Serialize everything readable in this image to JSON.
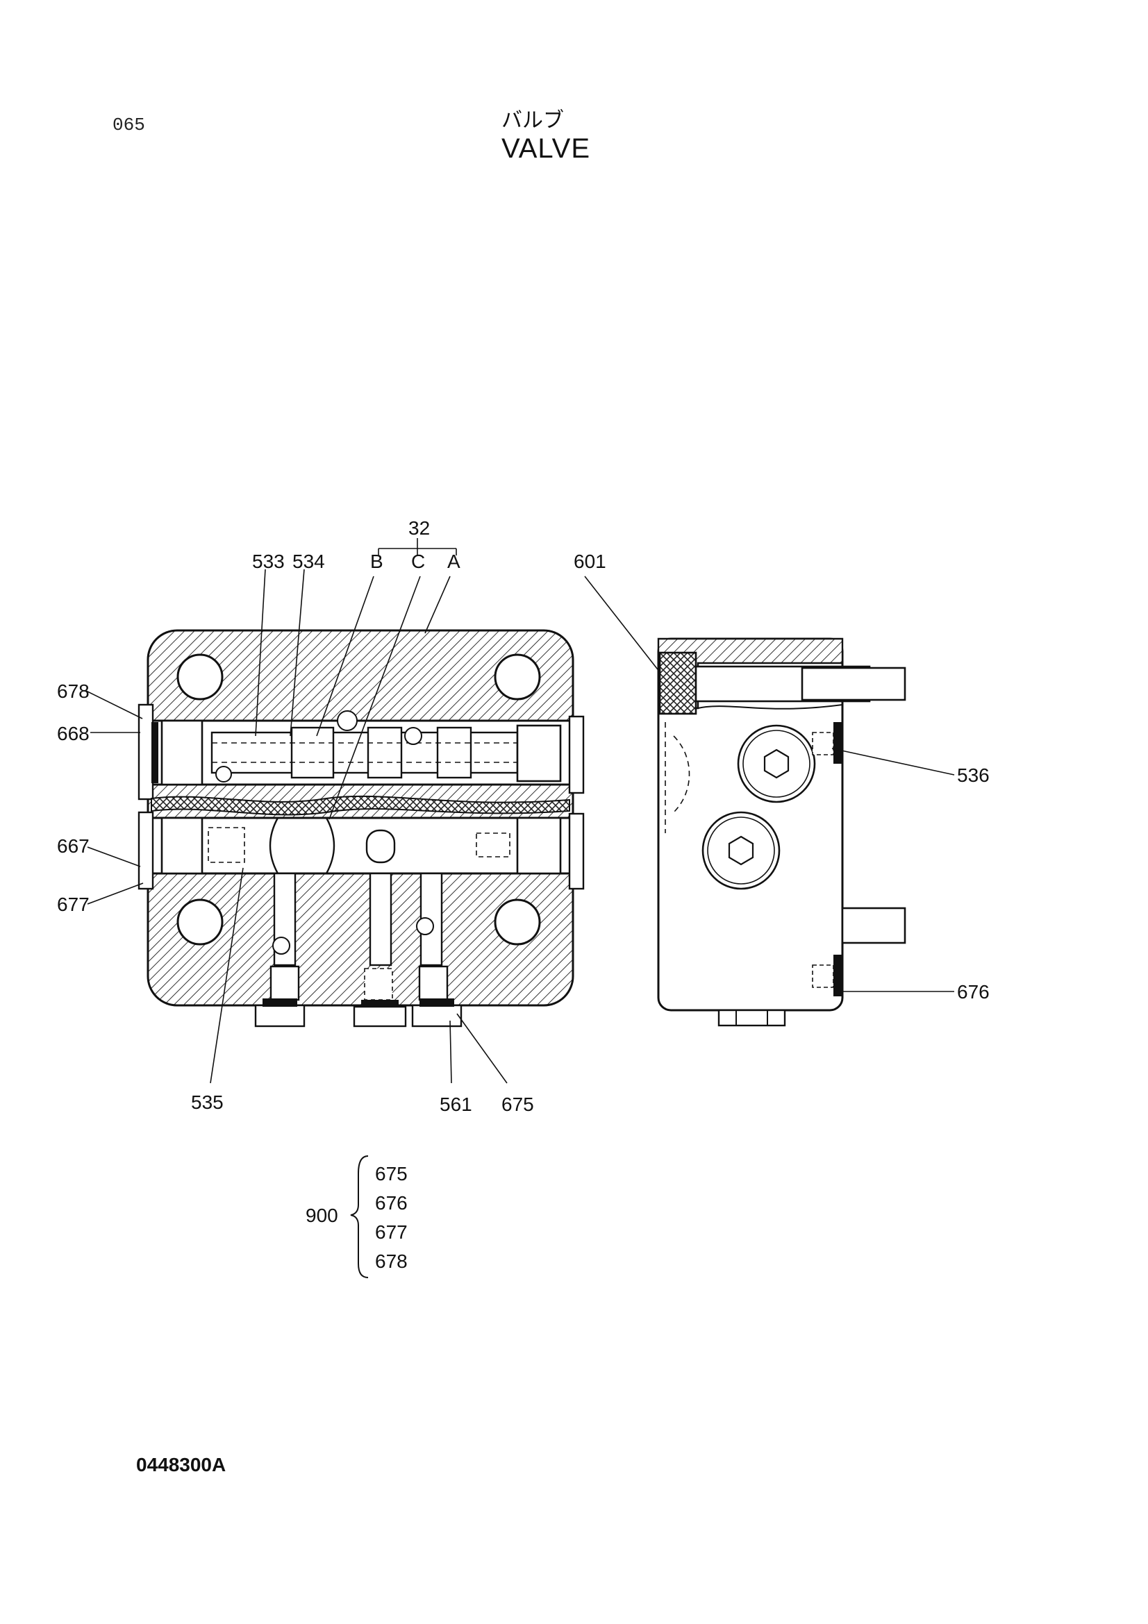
{
  "page_number": "065",
  "title_jp": "バルブ",
  "title_en": "VALVE",
  "drawing_code": "0448300A",
  "callouts": {
    "c32": "32",
    "c533": "533",
    "c534": "534",
    "cB": "B",
    "cC": "C",
    "cA": "A",
    "c601": "601",
    "c678": "678",
    "c668": "668",
    "c667": "667",
    "c677": "677",
    "c536": "536",
    "c676": "676",
    "c535": "535",
    "c561": "561",
    "c675": "675"
  },
  "kit": {
    "number": "900",
    "parts": [
      "675",
      "676",
      "677",
      "678"
    ]
  }
}
